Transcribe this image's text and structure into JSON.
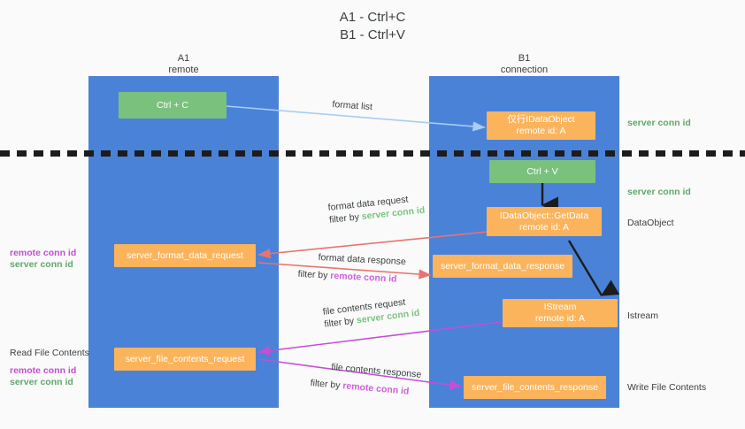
{
  "title": {
    "line1": "A1 - Ctrl+C",
    "line2": "B1 - Ctrl+V"
  },
  "lanes": [
    {
      "name": "A1",
      "sub": "remote"
    },
    {
      "name": "B1",
      "sub": "connection"
    }
  ],
  "nodes": [
    {
      "id": "ctrl-c",
      "label1": "Ctrl + C",
      "label2": "",
      "color": "green"
    },
    {
      "id": "idataobject-copy",
      "label1": "仅行IDataObject",
      "label2": "remote id: A",
      "color": "orange"
    },
    {
      "id": "ctrl-v",
      "label1": "Ctrl + V",
      "label2": "",
      "color": "green"
    },
    {
      "id": "idataobject-getdata",
      "label1": "IDataObject::GetData",
      "label2": "remote id: A",
      "color": "orange"
    },
    {
      "id": "server-format-data-request",
      "label1": "server_format_data_request",
      "label2": "",
      "color": "orange"
    },
    {
      "id": "server-format-data-response",
      "label1": "server_format_data_response",
      "label2": "",
      "color": "orange"
    },
    {
      "id": "istream",
      "label1": "IStream",
      "label2": "remote id: A",
      "color": "orange"
    },
    {
      "id": "server-file-contents-request",
      "label1": "server_file_contents_request",
      "label2": "",
      "color": "orange"
    },
    {
      "id": "server-file-contents-response",
      "label1": "server_file_contents_response",
      "label2": "",
      "color": "orange"
    }
  ],
  "edge_labels": {
    "format_list": "format list",
    "format_data_request": "format data request",
    "format_data_request_filter_prefix": "filter by ",
    "format_data_request_filter_value": "server conn id",
    "format_data_response": "format data response",
    "format_data_response_filter_prefix": "filter by ",
    "format_data_response_filter_value": "remote conn id",
    "file_contents_request": "file contents request",
    "file_contents_request_filter_prefix": "filter by ",
    "file_contents_request_filter_value": "server conn id",
    "file_contents_response": "file contents response",
    "file_contents_response_filter_prefix": "filter by ",
    "file_contents_response_filter_value": "remote conn id"
  },
  "annotations": {
    "right_server_conn_id_1": "server conn id",
    "right_server_conn_id_2": "server conn id",
    "right_dataobject": "DataObject",
    "right_istream": "Istream",
    "right_write_file_contents": "Write File Contents",
    "left_remote_conn_id_1": "remote conn id",
    "left_server_conn_id_1": "server conn id",
    "left_read_file_contents": "Read File Contents",
    "left_remote_conn_id_2": "remote conn id",
    "left_server_conn_id_2": "server conn id"
  },
  "colors": {
    "lane_blue": "#4a82d8",
    "node_green": "#7ac17e",
    "node_orange": "#fbb45c",
    "arrow_light_blue": "#a8cdee",
    "arrow_red": "#e8736f",
    "arrow_magenta": "#c44fd4",
    "arrow_black": "#1c1c1c",
    "text_green": "#5fa86a",
    "text_purple": "#c24fd0",
    "background": "#fafafa"
  }
}
